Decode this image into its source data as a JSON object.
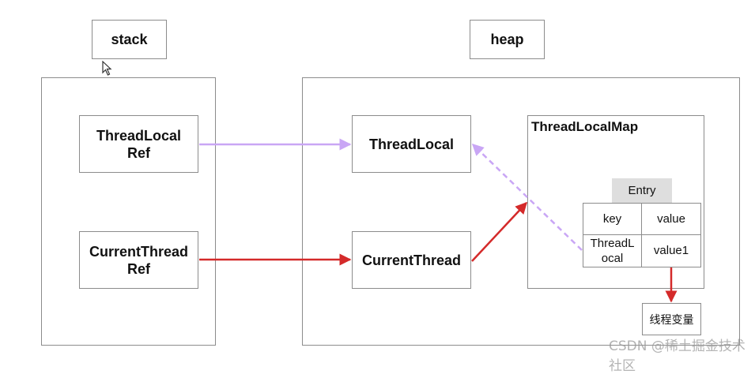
{
  "labels": {
    "stack": "stack",
    "heap": "heap",
    "threadlocal_ref": "ThreadLocal\nRef",
    "currentthread_ref": "CurrentThread\nRef",
    "threadlocal": "ThreadLocal",
    "currentthread": "CurrentThread",
    "threadlocalmap": "ThreadLocalMap",
    "entry": "Entry",
    "key": "key",
    "value": "value",
    "key_value": "ThreadL\nocal",
    "value1": "value1",
    "thread_var": "线程变量"
  },
  "watermark": "CSDN @稀土掘金技术社区",
  "colors": {
    "ref_arrow": "#c9a6f5",
    "thread_arrow": "#d42a2a",
    "weak_ref_arrow": "#c9a6f5",
    "border": "#8c8c8c",
    "entry_fill": "#dedede"
  }
}
